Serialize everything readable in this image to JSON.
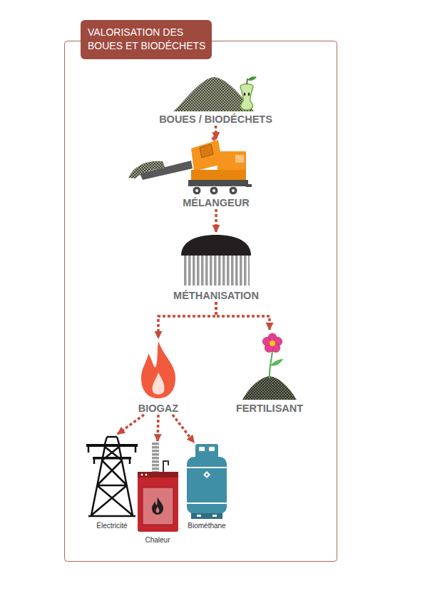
{
  "diagram": {
    "title": "VALORISATION DES BOUES ET BIODÉCHETS",
    "nodes": [
      {
        "text": [
          "BOUES / BIODÉCHETS"
        ]
      },
      {
        "text": [
          "MÉLANGEUR"
        ]
      },
      {
        "text": [
          "MÉTHANISATION"
        ]
      },
      {
        "text": [
          "BIOGAZ"
        ]
      },
      {
        "text": [
          "FERTILISANT"
        ]
      },
      {
        "text": [
          "Électricité"
        ]
      },
      {
        "text": [
          "Chaleur"
        ]
      },
      {
        "text": [
          "Biométhane"
        ]
      }
    ],
    "edges": [
      {
        "from": 0,
        "to": 1,
        "arrow": "to"
      },
      {
        "from": 1,
        "to": 2,
        "arrow": "to"
      },
      {
        "from": 2,
        "to": 3,
        "arrow": "to"
      },
      {
        "from": 2,
        "to": 4,
        "arrow": "to"
      },
      {
        "from": 3,
        "to": 5,
        "arrow": "to"
      },
      {
        "from": 3,
        "to": 6,
        "arrow": "to"
      },
      {
        "from": 3,
        "to": 7,
        "arrow": "to"
      }
    ]
  }
}
